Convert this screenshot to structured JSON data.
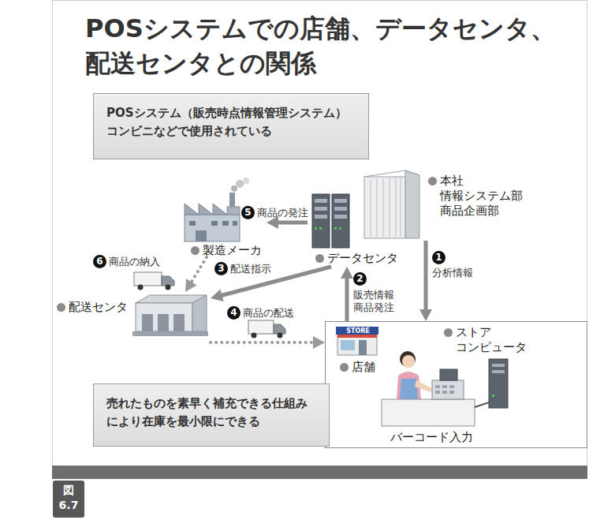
{
  "diagram": {
    "title": "POSシステムでの店舗、データセンタ、配送センタとの関係",
    "caption": "図 6.7",
    "nodes": [
      {
        "text": [
          "POSシステム（販売時点情報管理システム） コンビニなどで使用されている"
        ]
      },
      {
        "text": [
          "本社 情報システム部 商品企画部"
        ]
      },
      {
        "text": [
          "製造メーカ"
        ]
      },
      {
        "text": [
          "データセンタ"
        ]
      },
      {
        "text": [
          "配送センタ"
        ]
      },
      {
        "text": [
          "バーコード入力"
        ]
      },
      {
        "text": [
          "店舗"
        ],
        "in": 5
      },
      {
        "text": [
          "ストア コンピュータ"
        ],
        "in": 5
      },
      {
        "text": [
          "売れたものを素早く補充できる仕組み により在庫を最小限にできる"
        ]
      }
    ],
    "edges": [
      {
        "from": 1,
        "to": 5,
        "arrow": "to",
        "label": "分析情報"
      },
      {
        "from": 5,
        "to": 3,
        "arrow": "to",
        "label": "販売情報 商品発注"
      },
      {
        "from": 3,
        "to": 4,
        "arrow": "to",
        "label": "配送指示"
      },
      {
        "from": 4,
        "to": 5,
        "arrow": "to",
        "label": "商品の配送"
      },
      {
        "from": 3,
        "to": 2,
        "arrow": "to",
        "label": "商品の発注"
      },
      {
        "from": 2,
        "to": 4,
        "arrow": "to",
        "label": "商品の納入"
      }
    ],
    "labels": [
      "1",
      "2",
      "3",
      "4",
      "5",
      "6",
      "STORE"
    ]
  }
}
